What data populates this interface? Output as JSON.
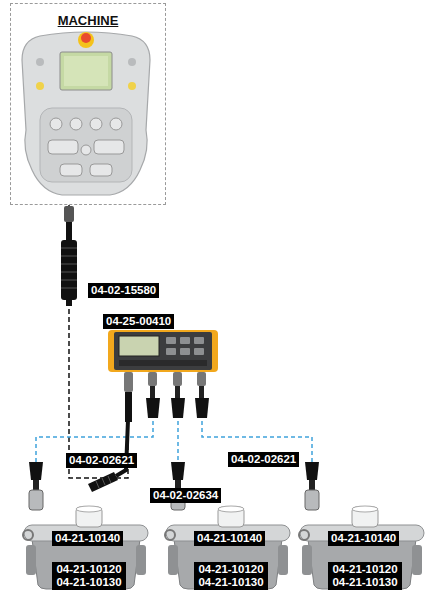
{
  "diagram": {
    "nodes": [
      {
        "text": [
          "MACHINE"
        ]
      },
      {
        "text": [
          "04-25-00410"
        ]
      },
      {
        "text": [
          "04-21-10140",
          "04-21-10120 04-21-10130"
        ]
      },
      {
        "text": [
          "04-21-10140",
          "04-21-10120 04-21-10130"
        ]
      },
      {
        "text": [
          "04-21-10140",
          "04-21-10120 04-21-10130"
        ]
      }
    ],
    "edges": [
      {
        "from": 0,
        "to": 1,
        "arrow": "none",
        "label": "04-02-15580"
      },
      {
        "from": 1,
        "to": 2,
        "arrow": "none",
        "label": "04-02-02621"
      },
      {
        "from": 1,
        "to": 3,
        "arrow": "none",
        "label": "04-02-02634"
      },
      {
        "from": 1,
        "to": 4,
        "arrow": "none",
        "label": "04-02-02621"
      }
    ]
  }
}
